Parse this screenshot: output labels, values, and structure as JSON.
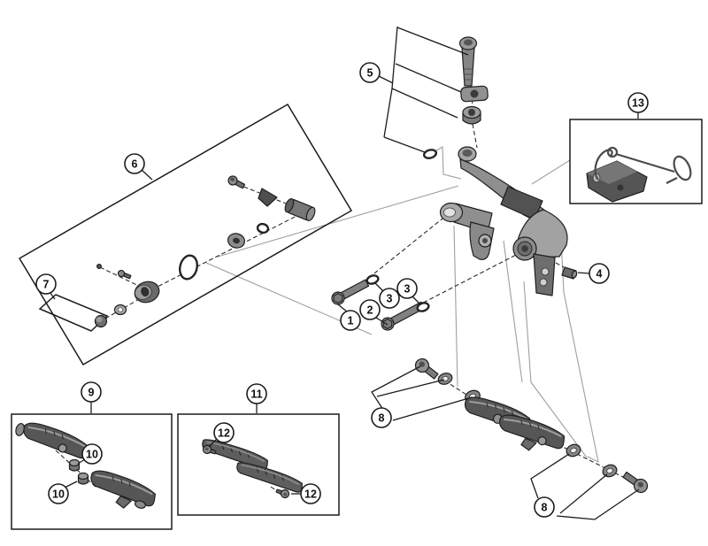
{
  "diagram": {
    "callouts": [
      {
        "label": "1"
      },
      {
        "label": "2"
      },
      {
        "label": "3"
      },
      {
        "label": "3"
      },
      {
        "label": "4"
      },
      {
        "label": "5"
      },
      {
        "label": "6"
      },
      {
        "label": "7"
      },
      {
        "label": "8"
      },
      {
        "label": "8"
      },
      {
        "label": "9"
      },
      {
        "label": "10"
      },
      {
        "label": "10"
      },
      {
        "label": "11"
      },
      {
        "label": "12"
      },
      {
        "label": "12"
      },
      {
        "label": "13"
      }
    ],
    "colors": {
      "background": "#ffffff",
      "outline": "#1c1c1c",
      "connector_line": "#9f9f9f",
      "part_dark": "#4f4f4f",
      "part_mid": "#7d7d7d",
      "part_light": "#b0b0b0"
    }
  }
}
